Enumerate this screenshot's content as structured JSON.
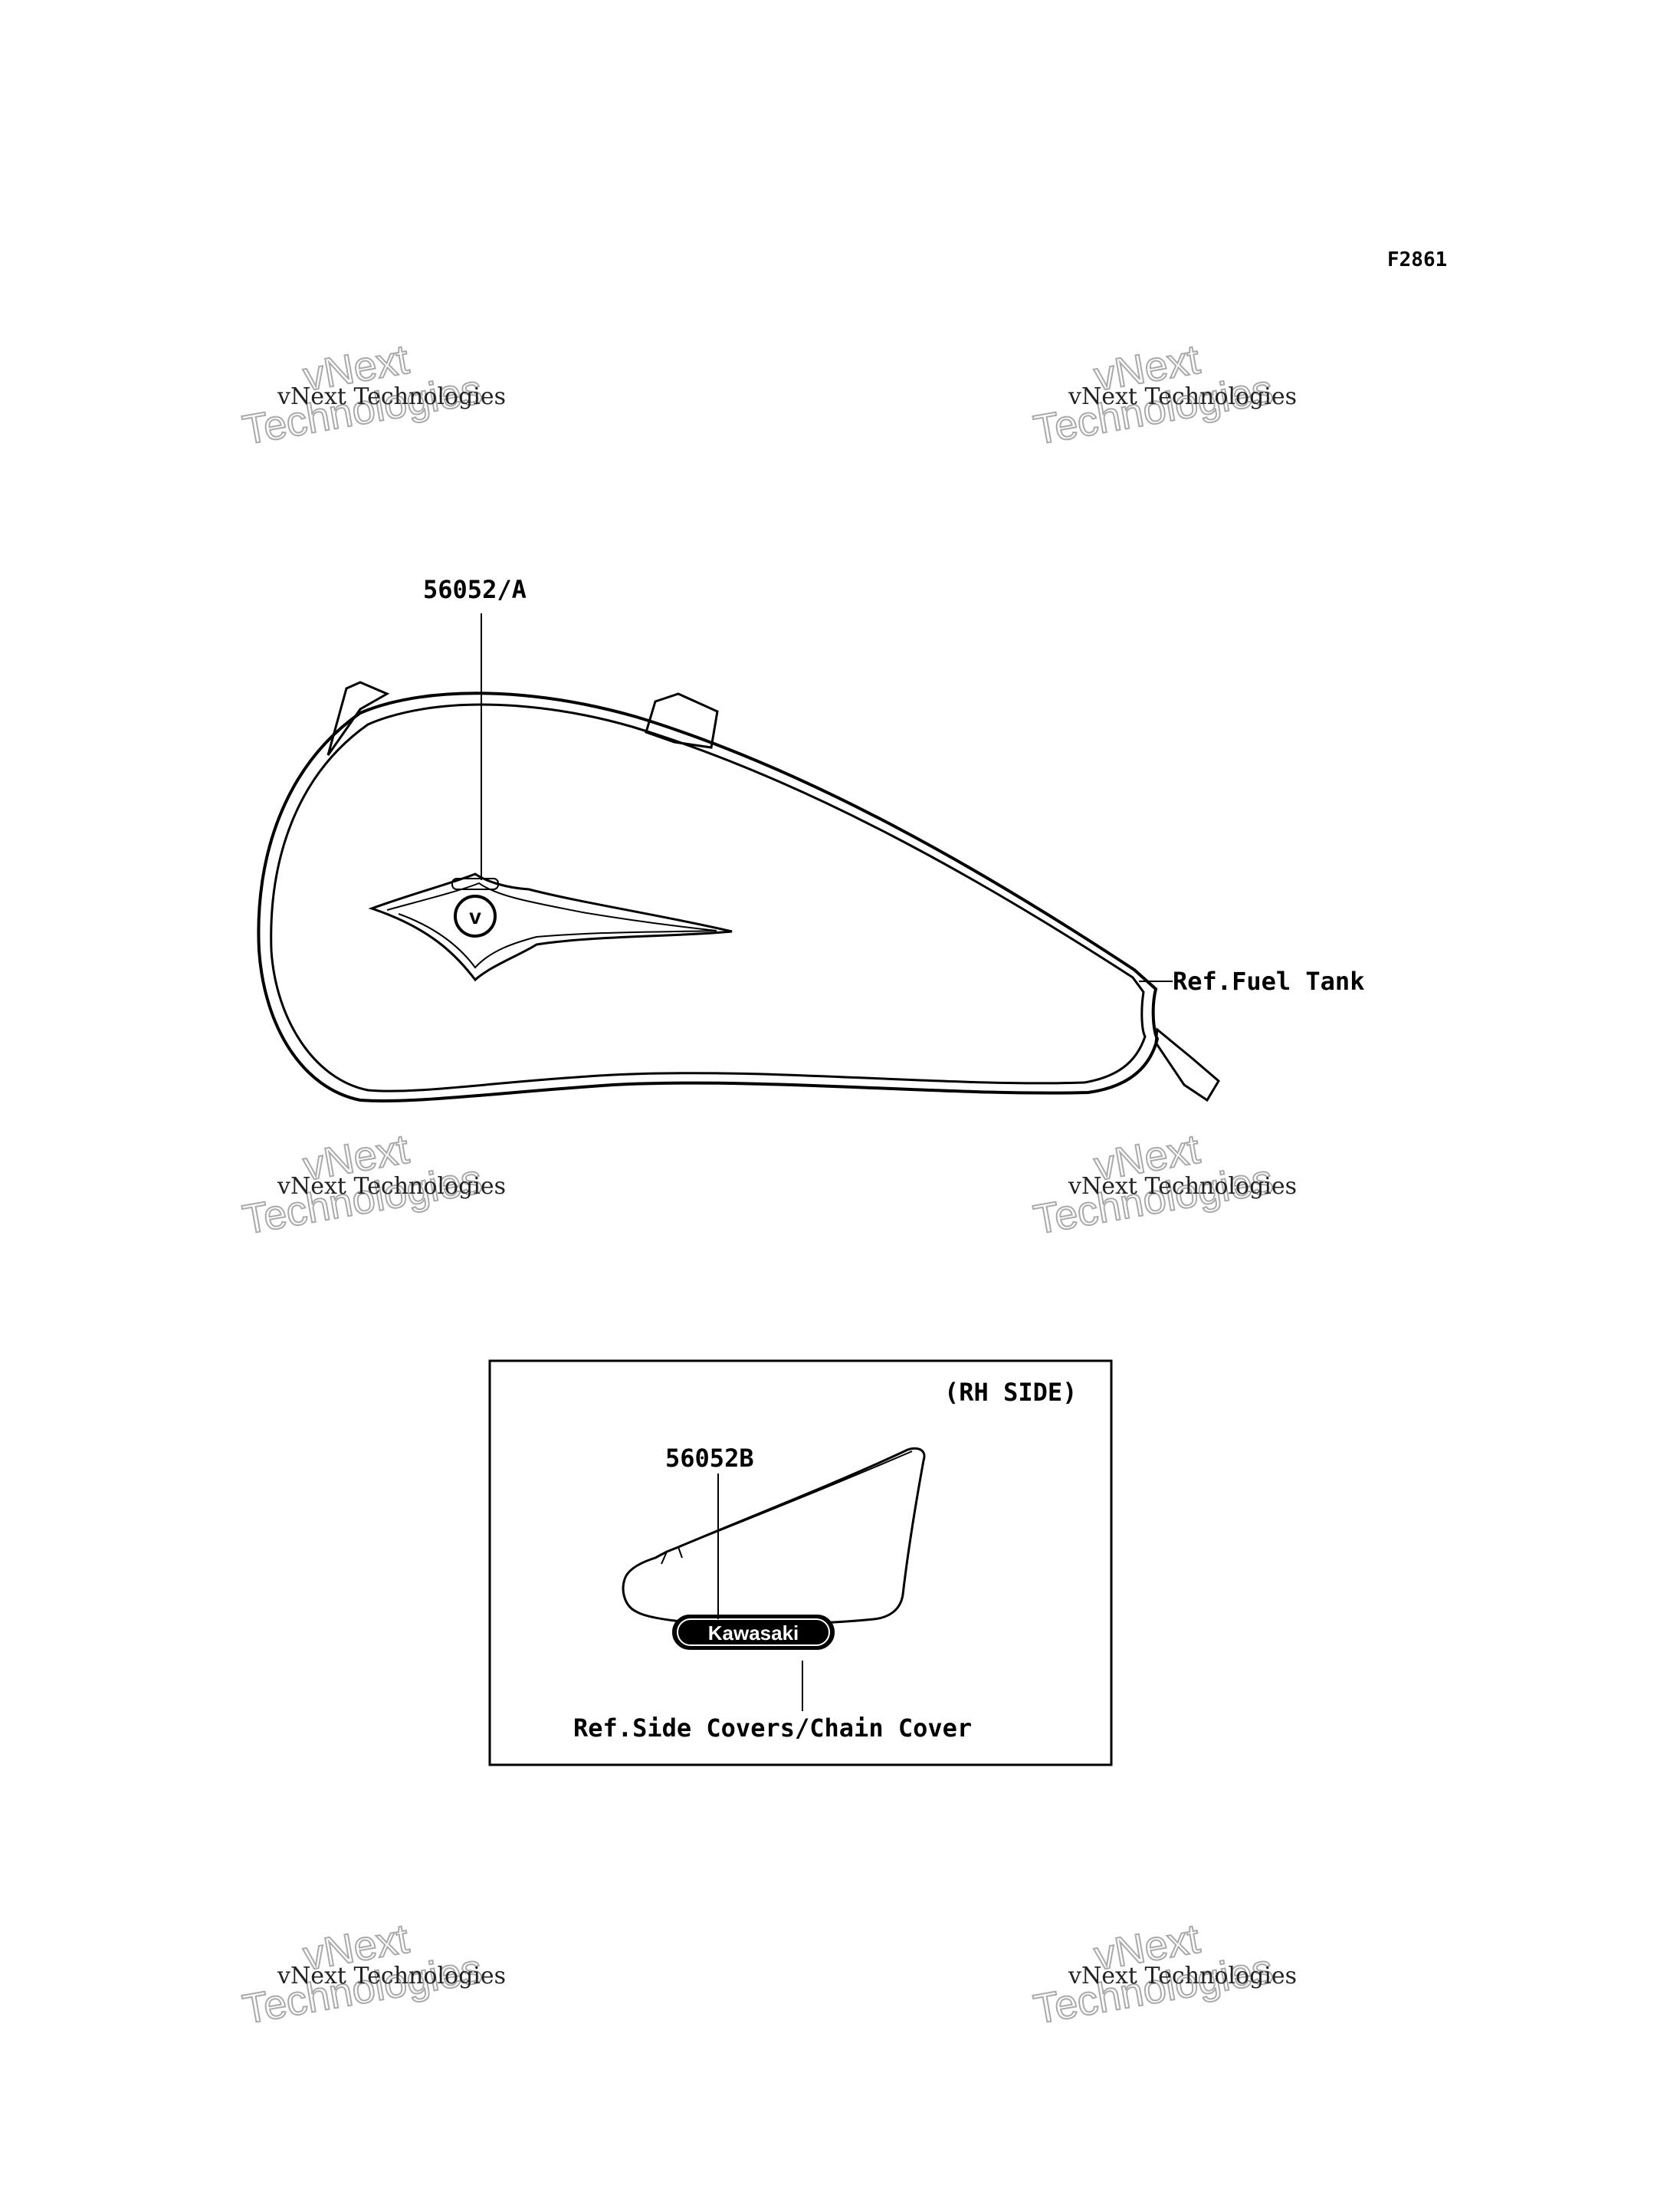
{
  "figure_id": "F2861",
  "fuel_tank": {
    "part_label": "56052/A",
    "ref_label": "Ref.Fuel Tank"
  },
  "side_cover_panel": {
    "side_label": "(RH SIDE)",
    "part_label": "56052B",
    "emblem_text": "Kawasaki",
    "ref_label": "Ref.Side Covers/Chain Cover"
  },
  "watermark": {
    "line_small": "vNext Technologies",
    "line_big_1": "vNext",
    "line_big_2": "Technologies"
  }
}
